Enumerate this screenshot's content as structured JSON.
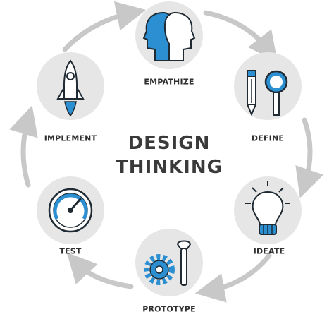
{
  "title": {
    "line1": "DESIGN",
    "line2": "THINKING"
  },
  "stages": [
    {
      "label": "EMPATHIZE",
      "icon": "two-heads-icon"
    },
    {
      "label": "DEFINE",
      "icon": "pencil-magnifier-icon"
    },
    {
      "label": "IDEATE",
      "icon": "lightbulb-icon"
    },
    {
      "label": "PROTOTYPE",
      "icon": "gear-wrench-icon"
    },
    {
      "label": "TEST",
      "icon": "speedometer-icon"
    },
    {
      "label": "IMPLEMENT",
      "icon": "rocket-icon"
    }
  ],
  "colors": {
    "accent": "#2b8fd1",
    "dark": "#2f2f2f",
    "circle": "#e6e6e6",
    "arrow": "#c8c8c8"
  }
}
